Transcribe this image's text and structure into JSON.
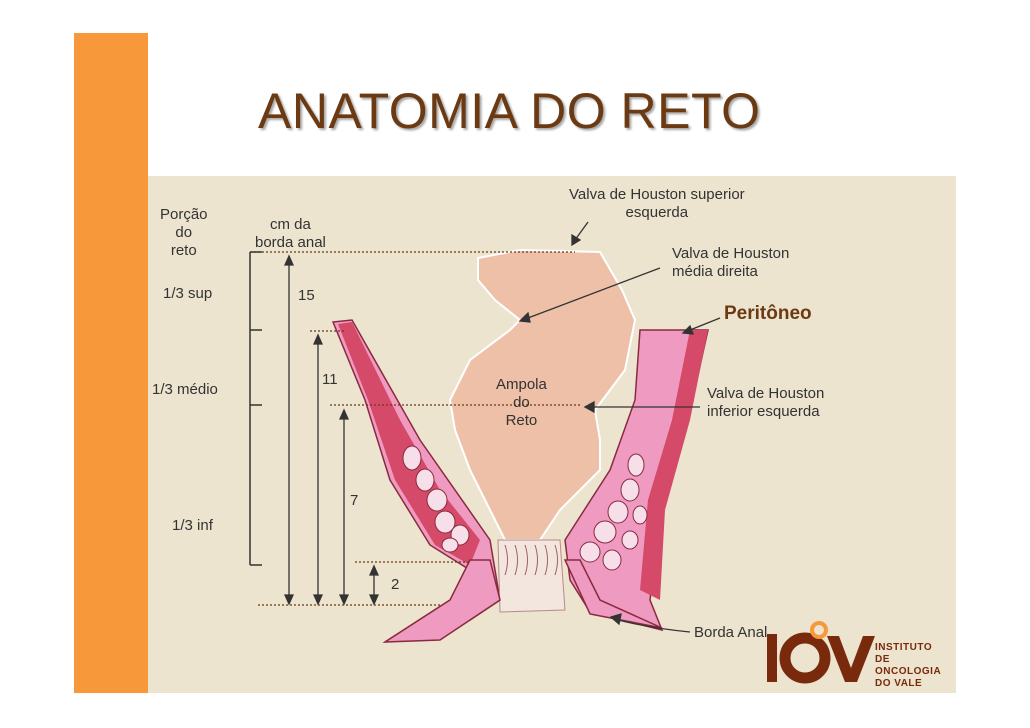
{
  "title": "ANATOMIA DO RETO",
  "labels": {
    "porcao": "Porção\ndo\nreto",
    "cm_borda": "cm da\nborda anal",
    "terco_sup": "1/3 sup",
    "terco_medio": "1/3 médio",
    "terco_inf": "1/3 inf",
    "cm_15": "15",
    "cm_11": "11",
    "cm_7": "7",
    "cm_2": "2",
    "valva_superior": "Valva de Houston superior\nesquerda",
    "valva_media": "Valva de Houston\nmédia direita",
    "peritoneo": "Peritôneo",
    "ampola": "Ampola\ndo\nReto",
    "valva_inferior": "Valva de Houston\ninferior esquerda",
    "borda_anal": "Borda Anal"
  },
  "logo": {
    "letters": "IO",
    "v": "V",
    "line1": "INSTITUTO",
    "line2": "DE ONCOLOGIA",
    "line3": "DO VALE"
  },
  "colors": {
    "accent_orange": "#f7993a",
    "background_beige": "#ece4cf",
    "title_brown": "#6b3a12",
    "muscle_pink": "#ef9ac0",
    "muscle_dark": "#d44a68",
    "mucosa": "#eec0a8"
  }
}
